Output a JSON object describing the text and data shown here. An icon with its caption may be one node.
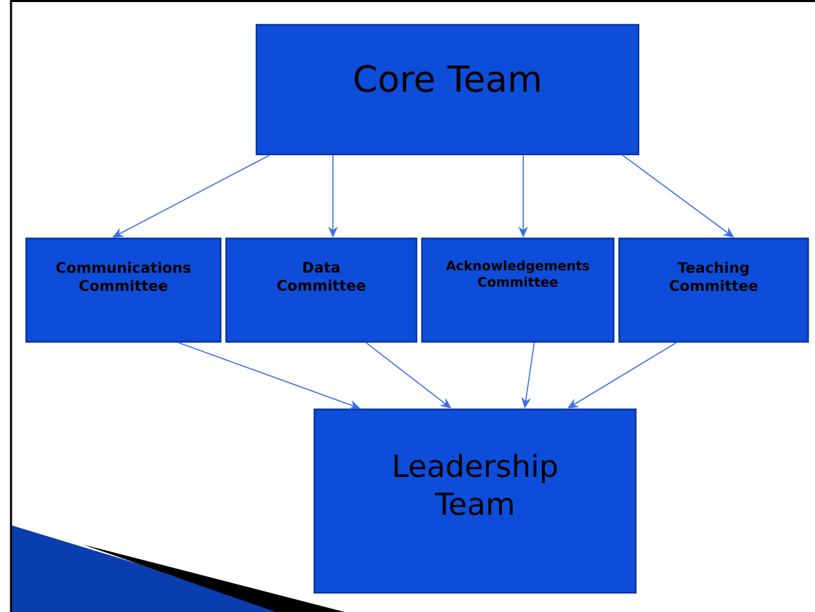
{
  "diagram": {
    "nodes": [
      {
        "text": [
          "Core Team"
        ]
      },
      {
        "text": [
          "Communications Committee"
        ]
      },
      {
        "text": [
          "Data Committee"
        ]
      },
      {
        "text": [
          "Acknowledgements Committee"
        ]
      },
      {
        "text": [
          "Teaching Committee"
        ]
      },
      {
        "text": [
          "Leadership Team"
        ]
      }
    ],
    "edges": [
      {
        "from": 0,
        "to": 1,
        "arrow": "to"
      },
      {
        "from": 0,
        "to": 2,
        "arrow": "to"
      },
      {
        "from": 0,
        "to": 3,
        "arrow": "to"
      },
      {
        "from": 0,
        "to": 4,
        "arrow": "to"
      },
      {
        "from": 1,
        "to": 5,
        "arrow": "to"
      },
      {
        "from": 2,
        "to": 5,
        "arrow": "to"
      },
      {
        "from": 3,
        "to": 5,
        "arrow": "to"
      },
      {
        "from": 4,
        "to": 5,
        "arrow": "to"
      }
    ]
  }
}
